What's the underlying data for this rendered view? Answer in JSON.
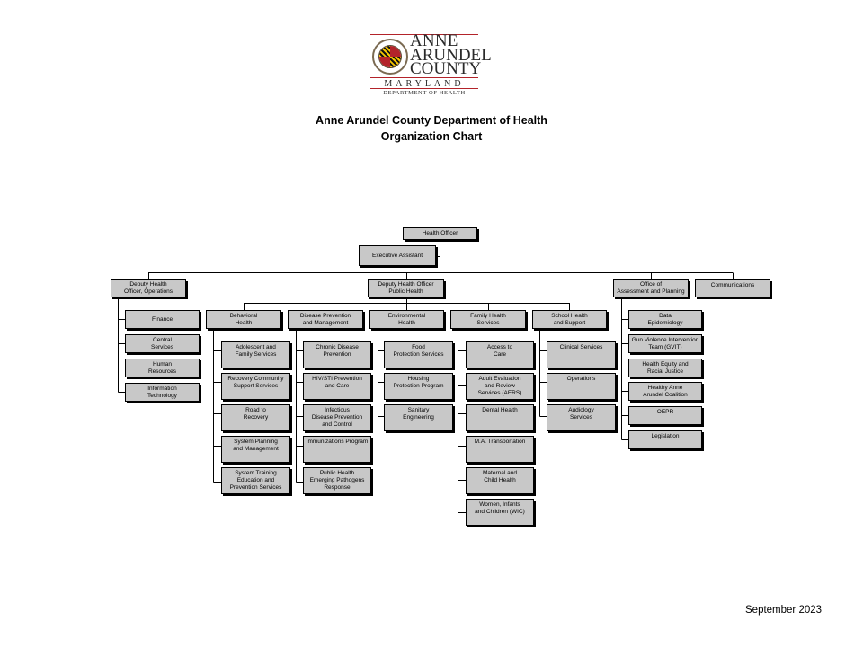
{
  "logo": {
    "line1": "ANNE",
    "line2": "ARUNDEL",
    "line3": "COUNTY",
    "state": "MARYLAND",
    "dept": "DEPARTMENT OF HEALTH"
  },
  "title": {
    "line1": "Anne Arundel County Department of Health",
    "line2": "Organization Chart"
  },
  "date": "September 2023",
  "nodes": {
    "health_officer": "Health Officer",
    "executive_assistant": "Executive Assistant",
    "deputy_operations": "Deputy Health\nOfficer, Operations",
    "deputy_public_health": "Deputy Health Officer\nPublic Health",
    "office_assessment": "Office of\nAssessment and Planning",
    "communications": "Communications",
    "finance": "Finance",
    "central_services": "Central\nServices",
    "human_resources": "Human\nResources",
    "information_technology": "Information\nTechnology",
    "behavioral_health": "Behavioral\nHealth",
    "disease_prevention": "Disease Prevention\nand Management",
    "environmental_health": "Environmental\nHealth",
    "family_health": "Family Health\nServices",
    "school_health": "School Health\nand Support",
    "adolescent_family": "Adolescent and\nFamily Services",
    "recovery_community": "Recovery Community\nSupport Services",
    "road_to_recovery": "Road to\nRecovery",
    "system_planning": "System Planning\nand Management",
    "system_training": "System Training\nEducation and\nPrevention Services",
    "chronic_disease": "Chronic Disease\nPrevention",
    "hiv_sti": "HIV/STI Prevention\nand Care",
    "infectious_disease": "Infectious\nDisease Prevention\nand Control",
    "immunizations": "Immunizations Program",
    "public_health_emergency": "Public Health\nEmerging Pathogens\nResponse",
    "food_protection": "Food\nProtection Services",
    "housing_protection": "Housing\nProtection Program",
    "sanitary_engineering": "Sanitary\nEngineering",
    "access_to_care": "Access to\nCare",
    "adult_evaluation": "Adult Evaluation\nand Review\nServices (AERS)",
    "dental_health": "Dental Health",
    "ma_transportation": "M.A. Transportation",
    "maternal_child": "Maternal and\nChild Health",
    "wic": "Women, Infants\nand Children (WIC)",
    "clinical_services": "Clinical Services",
    "operations": "Operations",
    "audiology": "Audiology\nServices",
    "data_epidemiology": "Data\nEpidemiology",
    "gun_violence": "Gun Violence Intervention\nTeam (GVIT)",
    "health_equity": "Health Equity and\nRacial Justice",
    "healthy_anne_arundel": "Healthy Anne\nArundel Coalition",
    "oepr": "OEPR",
    "legislation": "Legislation"
  }
}
